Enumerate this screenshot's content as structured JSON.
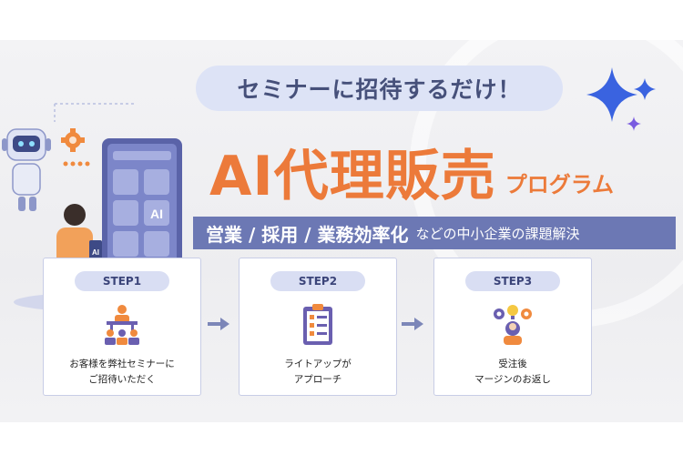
{
  "banner": {
    "tagline": "セミナーに招待するだけ！",
    "title_main": "AI代理販売",
    "title_sub": "プログラム",
    "subtitle_bold": "営業 / 採用 / 業務効率化",
    "subtitle_rest": "などの中小企業の課題解決",
    "tablet_ai_label": "AI",
    "phone_ai_label": "AI"
  },
  "steps": [
    {
      "label": "STEP1",
      "line1": "お客様を弊社セミナーに",
      "line2": "ご招待いただく"
    },
    {
      "label": "STEP2",
      "line1": "ライトアップが",
      "line2": "アプローチ"
    },
    {
      "label": "STEP3",
      "line1": "受注後",
      "line2": "マージンのお返し"
    }
  ],
  "colors": {
    "accent_orange": "#ec7a3a",
    "navy": "#46507a",
    "bar_blue": "#6c78b4",
    "pill_blue": "#d9def3",
    "sparkle_blue": "#3a63e0",
    "sparkle_purple": "#7a5ce0"
  },
  "icons": [
    "robot-icon",
    "gear-icon",
    "tablet-icon",
    "person-icon",
    "seminar-icon",
    "checklist-icon",
    "team-icon",
    "arrow-right-icon",
    "sparkle-icon"
  ]
}
